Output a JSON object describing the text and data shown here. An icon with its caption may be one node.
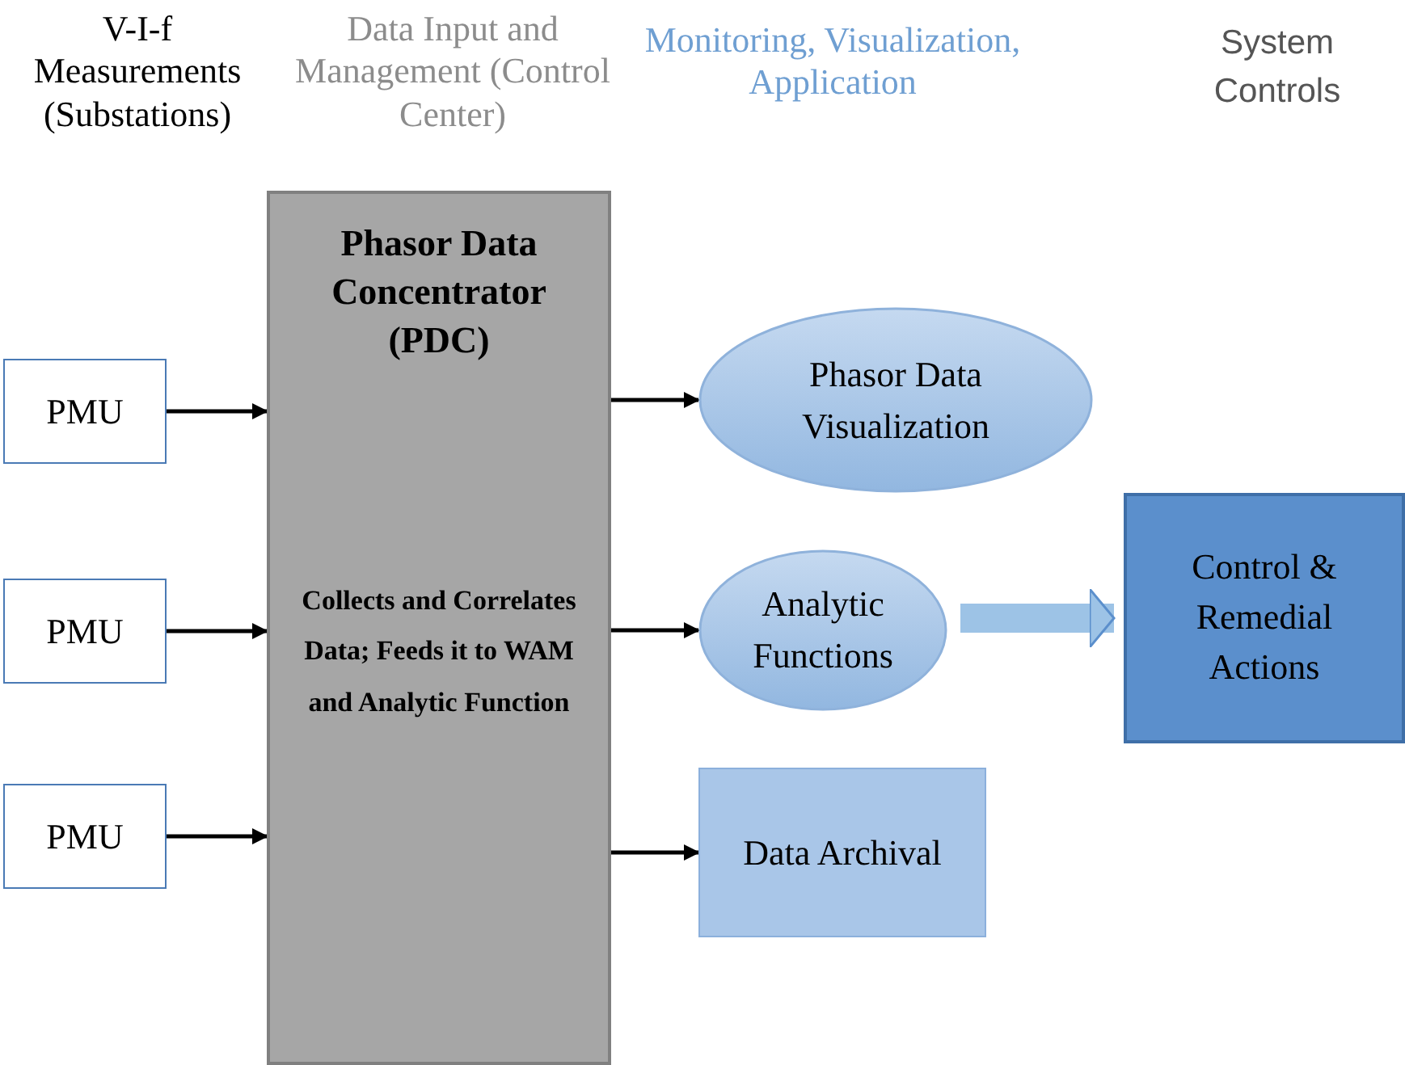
{
  "diagram": {
    "nodes": [
      {
        "text": [
          "PMU"
        ]
      },
      {
        "text": [
          "PMU"
        ]
      },
      {
        "text": [
          "PMU"
        ]
      },
      {
        "text": [
          "Phasor Data Concentrator (PDC)",
          "Collects and Correlates Data; Feeds it to WAM and Analytic Function"
        ]
      },
      {
        "text": [
          "Phasor Data Visualization"
        ]
      },
      {
        "text": [
          "Analytic Functions"
        ]
      },
      {
        "text": [
          "Data Archival"
        ]
      },
      {
        "text": [
          "Control & Remedial Actions"
        ]
      }
    ],
    "edges": [
      {
        "from": 0,
        "to": 3,
        "arrow": "to"
      },
      {
        "from": 1,
        "to": 3,
        "arrow": "to"
      },
      {
        "from": 2,
        "to": 3,
        "arrow": "to"
      },
      {
        "from": 3,
        "to": 4,
        "arrow": "to"
      },
      {
        "from": 3,
        "to": 5,
        "arrow": "to"
      },
      {
        "from": 3,
        "to": 6,
        "arrow": "to"
      },
      {
        "from": 5,
        "to": 7,
        "arrow": "to",
        "style": "thick",
        "color": "#9dc3e6"
      }
    ],
    "labels": [
      "V-I-f Measurements (Substations)",
      "Data Input and Management (Control Center)",
      "Monitoring, Visualization, Application",
      "System Controls"
    ]
  }
}
